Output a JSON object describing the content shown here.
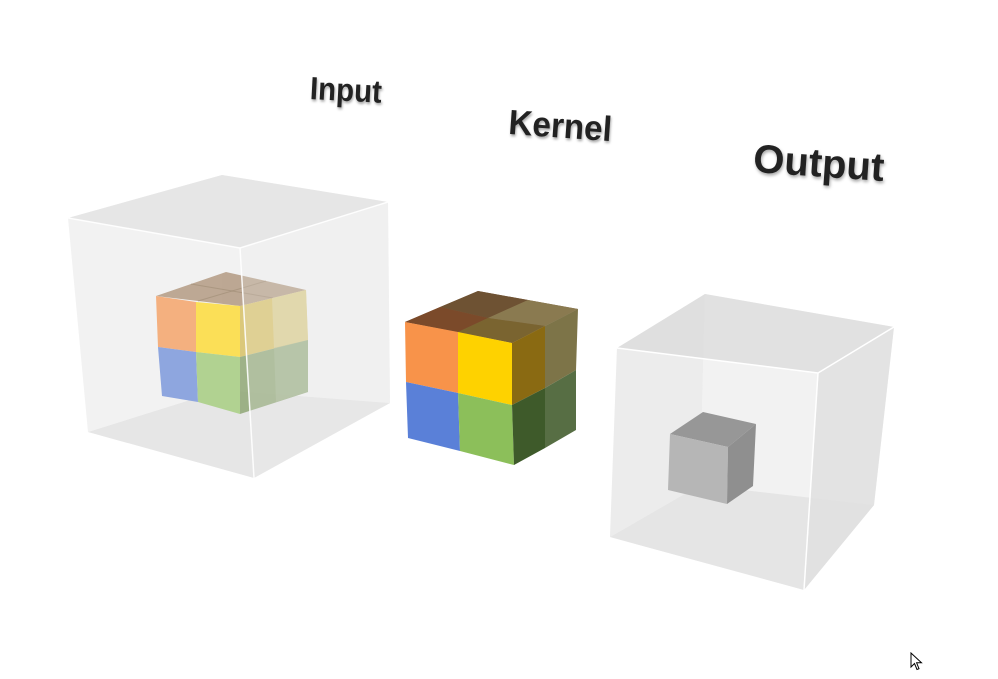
{
  "labels": {
    "input": "Input",
    "kernel": "Kernel",
    "output": "Output"
  },
  "colors": {
    "orange": "#f4914a",
    "yellow": "#fdd400",
    "blue": "#5b7fd8",
    "green": "#8ec05a",
    "gray_cube": "#9a9a9a",
    "container": "#e3e3e3"
  },
  "icons": {
    "cursor": "mouse-pointer-icon"
  }
}
